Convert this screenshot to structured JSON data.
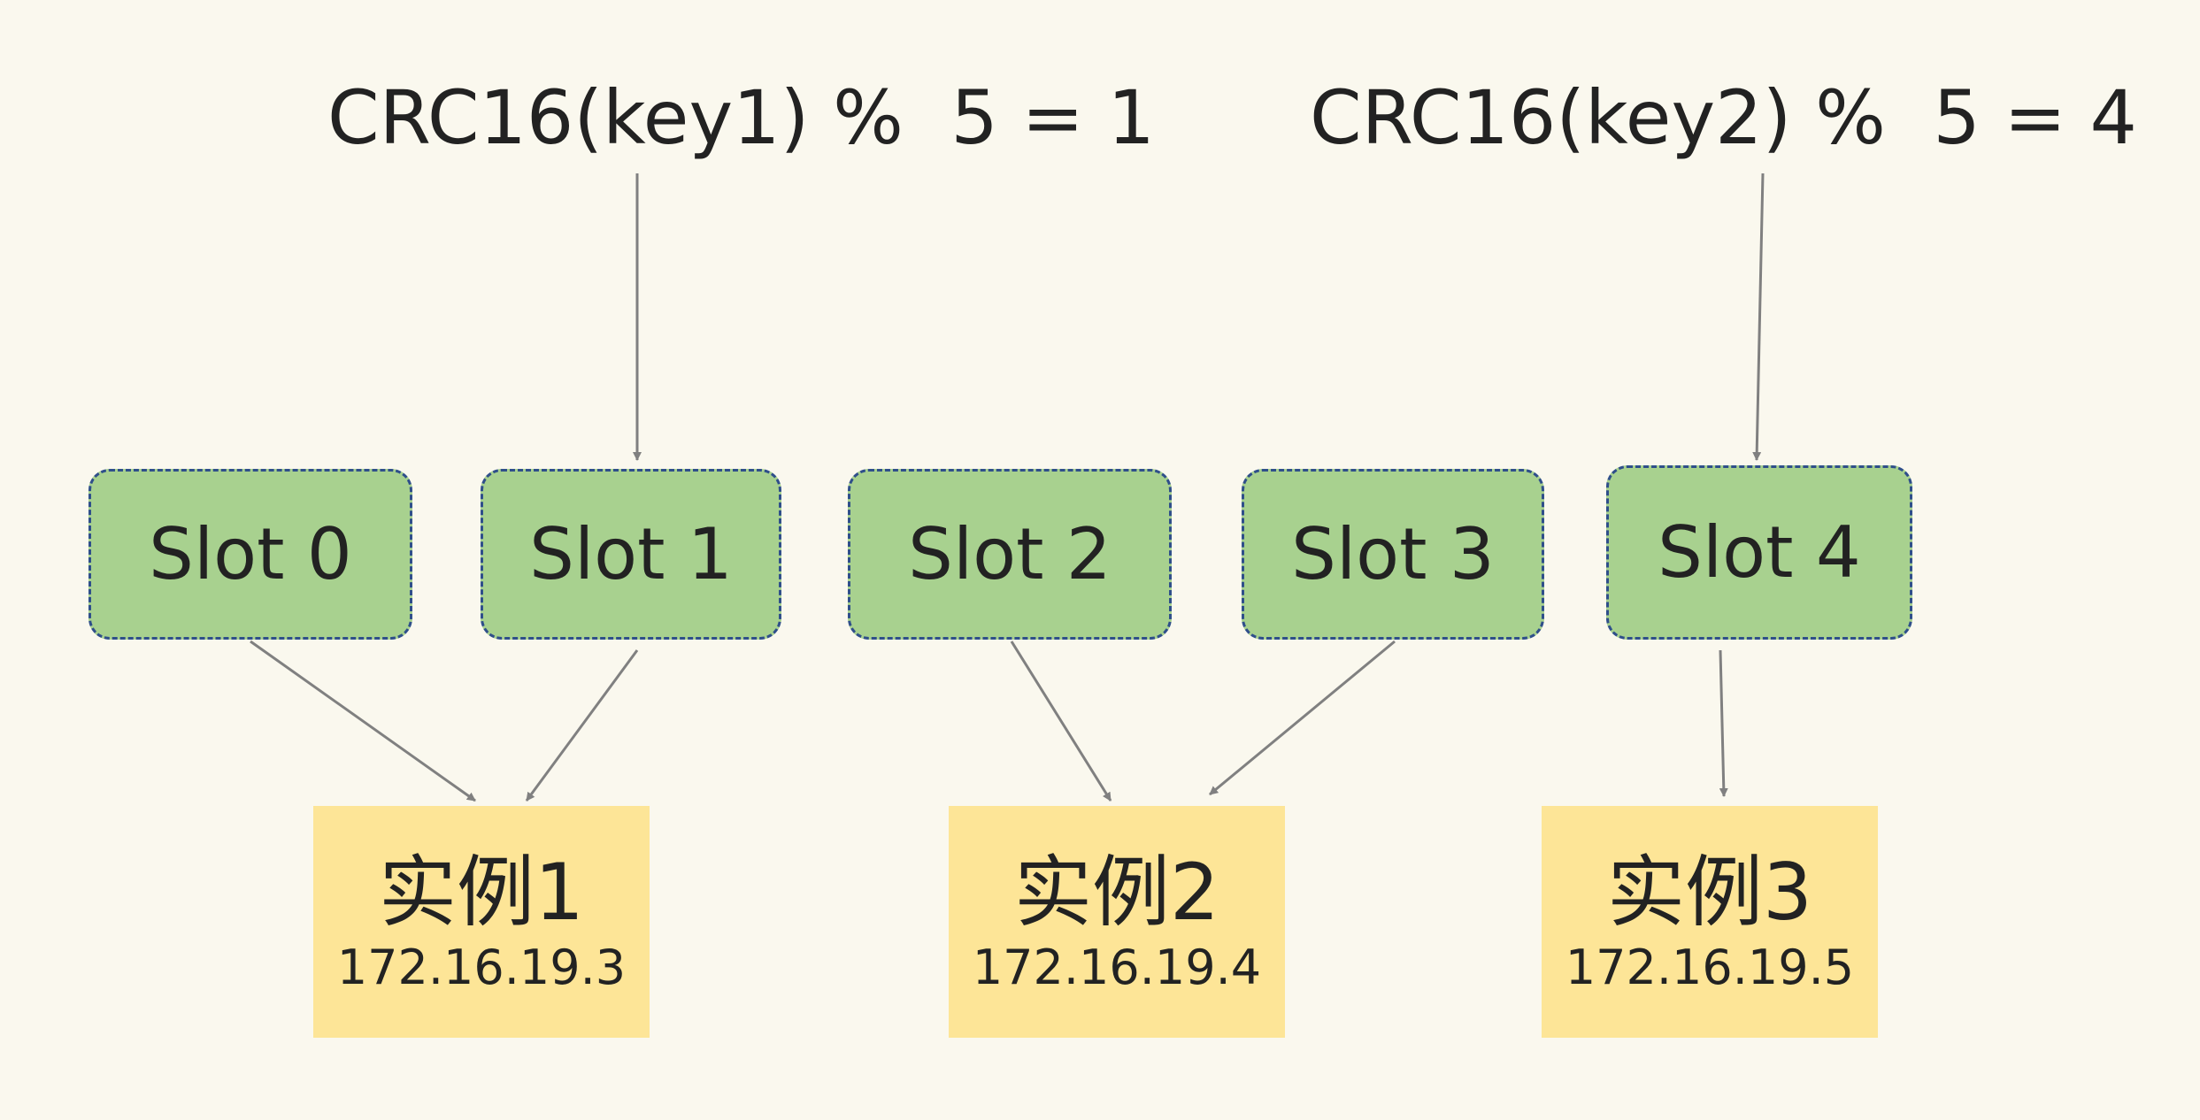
{
  "formulas": [
    {
      "text": "CRC16(key1) %  5 = 1"
    },
    {
      "text": "CRC16(key2) %  5 = 4"
    }
  ],
  "slots": [
    {
      "label": "Slot 0"
    },
    {
      "label": "Slot 1"
    },
    {
      "label": "Slot 2"
    },
    {
      "label": "Slot 3"
    },
    {
      "label": "Slot 4"
    }
  ],
  "instances": [
    {
      "name": "实例1",
      "ip": "172.16.19.3"
    },
    {
      "name": "实例2",
      "ip": "172.16.19.4"
    },
    {
      "name": "实例3",
      "ip": "172.16.19.5"
    }
  ],
  "colors": {
    "background": "#faf8ee",
    "slot_fill": "#a8d18f",
    "slot_border": "#2f4f8a",
    "instance_fill": "#fde597",
    "arrow": "#808080"
  }
}
